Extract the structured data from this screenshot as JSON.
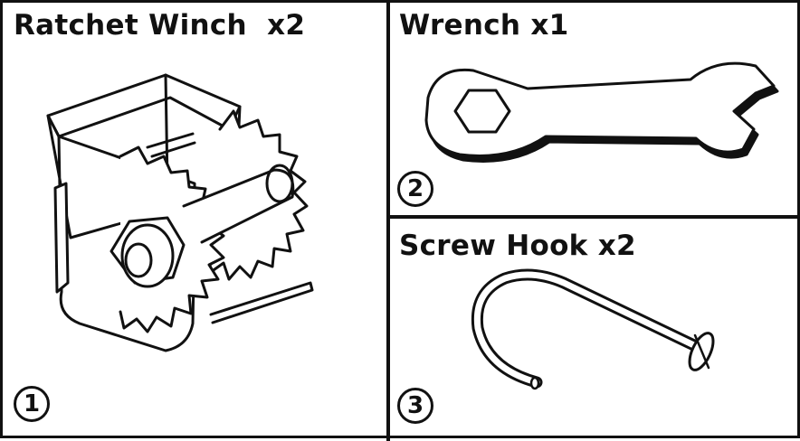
{
  "panels": [
    {
      "title": "Ratchet Winch  x2",
      "number": "1",
      "icon": "ratchet-winch-icon"
    },
    {
      "title": "Wrench x1",
      "number": "2",
      "icon": "wrench-icon"
    },
    {
      "title": "Screw Hook x2",
      "number": "3",
      "icon": "screw-hook-icon"
    }
  ],
  "colors": {
    "ink": "#111111",
    "background": "#ffffff"
  }
}
